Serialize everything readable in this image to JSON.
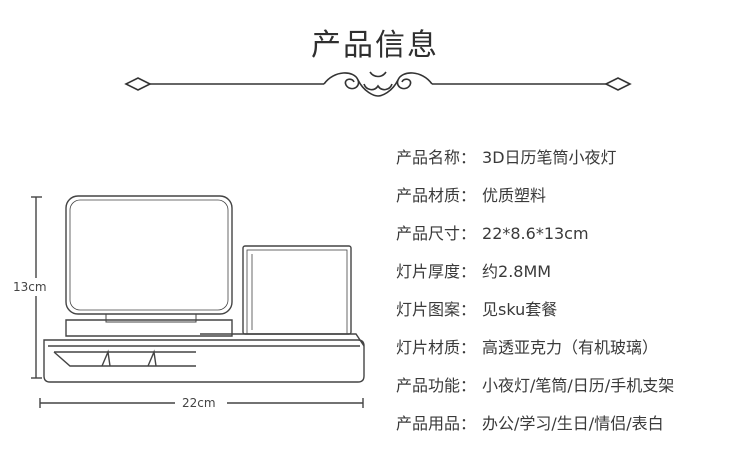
{
  "header": {
    "title": "产品信息"
  },
  "specs": [
    {
      "label": "产品名称：",
      "value": "3D日历笔筒小夜灯"
    },
    {
      "label": "产品材质：",
      "value": "优质塑料"
    },
    {
      "label": "产品尺寸：",
      "value": "22*8.6*13cm"
    },
    {
      "label": "灯片厚度：",
      "value": "约2.8MM"
    },
    {
      "label": "灯片图案：",
      "value": "见sku套餐"
    },
    {
      "label": "灯片材质：",
      "value": "高透亚克力（有机玻璃）"
    },
    {
      "label": "产品功能：",
      "value": "小夜灯/笔筒/日历/手机支架"
    },
    {
      "label": "产品用品：",
      "value": "办公/学习/生日/情侣/表白"
    }
  ],
  "dimensions": {
    "height_label": "13cm",
    "width_label": "22cm"
  }
}
